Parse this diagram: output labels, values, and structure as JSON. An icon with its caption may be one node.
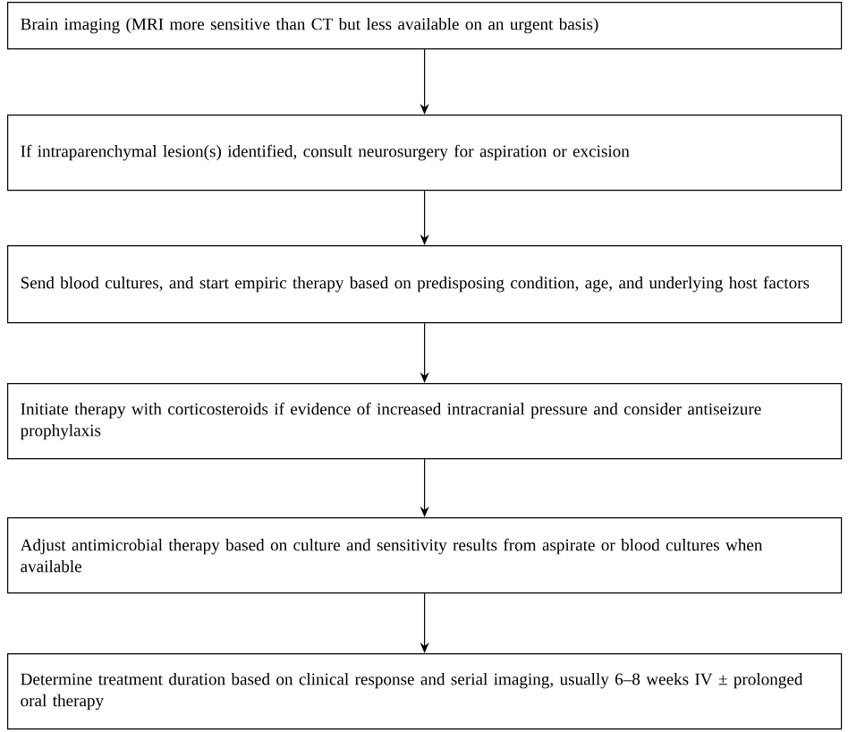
{
  "diagram": {
    "nodes": [
      {
        "text": [
          "Brain imaging (MRI more sensitive than CT but less available on an urgent basis)"
        ]
      },
      {
        "text": [
          "If intraparenchymal lesion(s) identified, consult neurosurgery for aspiration or excision"
        ]
      },
      {
        "text": [
          "Send blood cultures, and start empiric therapy based on predisposing condition, age, and underlying host factors"
        ]
      },
      {
        "text": [
          "Initiate therapy with corticosteroids if evidence of increased intracranial pressure and consider antiseizure prophylaxis"
        ]
      },
      {
        "text": [
          "Adjust antimicrobial therapy based on culture and sensitivity results from aspirate or blood cultures when available"
        ]
      },
      {
        "text": [
          "Determine treatment duration based on clinical response and serial imaging, usually 6–8 weeks IV ± prolonged oral therapy"
        ]
      }
    ],
    "edges": [
      {
        "from": 0,
        "to": 1,
        "arrow": "to"
      },
      {
        "from": 1,
        "to": 2,
        "arrow": "to"
      },
      {
        "from": 2,
        "to": 3,
        "arrow": "to"
      },
      {
        "from": 3,
        "to": 4,
        "arrow": "to"
      },
      {
        "from": 4,
        "to": 5,
        "arrow": "to"
      }
    ]
  }
}
